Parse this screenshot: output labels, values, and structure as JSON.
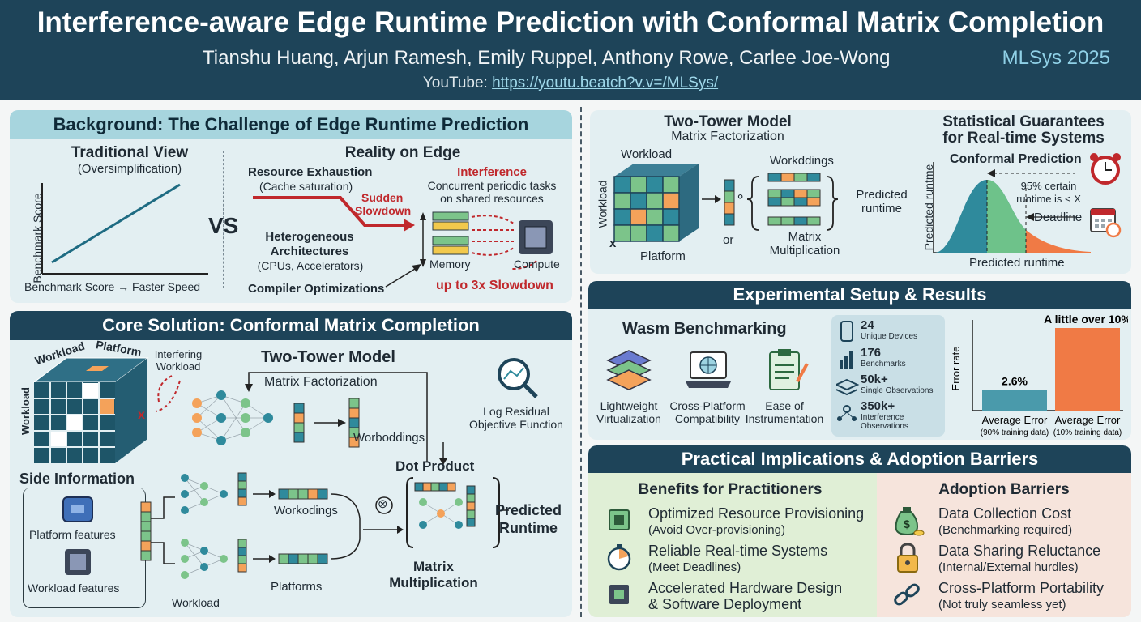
{
  "header": {
    "title": "Interference-aware Edge Runtime Prediction with Conformal Matrix Completion",
    "authors": "Tianshu Huang, Arjun Ramesh, Emily Ruppel, Anthony Rowe, Carlee Joe-Wong",
    "venue": "MLSys 2025",
    "video_prefix": "YouTube:",
    "video_link": "https://youtu.beatch?v.v=/MLSys/"
  },
  "background": {
    "title": "Background: The Challenge of Edge Runtime Prediction",
    "trad_title": "Traditional View",
    "trad_sub": "(Oversimplification)",
    "trad_ylabel": "Benchmark Score",
    "trad_caption": "Benchmark Score → Faster Speed",
    "vs": "VS",
    "reality_title": "Reality on Edge",
    "resource_title": "Resource Exhaustion",
    "resource_sub": "(Cache saturation)",
    "sudden_1": "Sudden",
    "sudden_2": "Slowdown",
    "hetero_1": "Heterogeneous",
    "hetero_2": "Architectures",
    "hetero_3": "(CPUs, Accelerators)",
    "compiler": "Compiler Optimizations",
    "interference_title": "Interference",
    "interference_1": "Concurrent periodic tasks",
    "interference_2": "on shared resources",
    "memory": "Memory",
    "compute": "Compute",
    "slowdown": "up to 3x Slowdown"
  },
  "core": {
    "title": "Core Solution: Conformal Matrix Completion",
    "cube_workload_top": "Workload",
    "cube_platform": "Platform",
    "cube_workload_side": "Workload",
    "interfering_1": "Interfering",
    "interfering_2": "Workload",
    "x_mark": "x",
    "two_tower": "Two-Tower Model",
    "matrix_fact": "Matrix Factorization",
    "log_1": "Log Residual",
    "log_2": "Objective Function",
    "worboddings": "Worboddings",
    "dot_product": "Dot Product",
    "side_info": "Side Information",
    "platform_features": "Platform features",
    "workload_features": "Workload features",
    "workodings": "Workodings",
    "platforms": "Platforms",
    "workload_label": "Workload",
    "otimes": "⊗",
    "mm_1": "Matrix",
    "mm_2": "Multiplication",
    "pred_1": "Predicted",
    "pred_2": "Runtime"
  },
  "twotower_panel": {
    "title": "Two-Tower Model",
    "subtitle": "Matrix Factorization",
    "workload": "Workload",
    "workload_side": "Workload",
    "x_mark": "x",
    "platform": "Platform",
    "circ": "∘",
    "or": "or",
    "workddings": "Workddings",
    "mm_1": "Matrix",
    "mm_2": "Multiplication",
    "pred_1": "Predicted",
    "pred_2": "runtime"
  },
  "stats": {
    "title_1": "Statistical Guarantees",
    "title_2": "for Real-time Systems",
    "conformal": "Conformal Prediction",
    "certain_1": "95% certain",
    "certain_2": "runtime is < X",
    "deadline": "Deadline",
    "ylabel": "Predicted runtme",
    "xlabel": "Predicted runtime"
  },
  "experiments": {
    "title": "Experimental Setup & Results",
    "wasm": "Wasm Benchmarking",
    "f1_1": "Lightweight",
    "f1_2": "Virtualization",
    "f2_1": "Cross-Platform",
    "f2_2": "Compatibility",
    "f3_1": "Ease of",
    "f3_2": "Instrumentation",
    "stats": [
      {
        "value": "24",
        "label": "Unique Devices",
        "label2": ""
      },
      {
        "value": "176",
        "label": "Benchmarks",
        "label2": ""
      },
      {
        "value": "50k+",
        "label": "Single Observations",
        "label2": ""
      },
      {
        "value": "350k+",
        "label": "Interference",
        "label2": "Observations"
      }
    ]
  },
  "chart_data": {
    "type": "bar",
    "categories": [
      "Average Error (90% training data)",
      "Average Error (10% training data)"
    ],
    "cat_main": [
      "Average Error",
      "Average Error"
    ],
    "cat_sub": [
      "(90% training data)",
      "(10% training data)"
    ],
    "values": [
      2.6,
      10.5
    ],
    "data_labels": [
      "2.6%",
      "A little over 10%"
    ],
    "ylabel": "Error rate",
    "colors": [
      "#4a9aab",
      "#f07a45"
    ]
  },
  "implications": {
    "title": "Practical Implications & Adoption Barriers",
    "benefits_title": "Benefits for Practitioners",
    "benefits": [
      {
        "t1": "Optimized Resource Provisioning",
        "t2": "(Avoid Over-provisioning)",
        "icon": "chip-icon"
      },
      {
        "t1": "Reliable Real-time Systems",
        "t2": "(Meet Deadlines)",
        "icon": "stopwatch-icon"
      },
      {
        "t1": "Accelerated Hardware Design",
        "t2": "& Software Deployment",
        "icon": "processor-icon"
      }
    ],
    "barriers_title": "Adoption Barriers",
    "barriers": [
      {
        "t1": "Data Collection Cost",
        "t2": "(Benchmarking required)",
        "icon": "money-bag-icon"
      },
      {
        "t1": "Data Sharing Reluctance",
        "t2": "(Internal/External hurdles)",
        "icon": "padlock-icon"
      },
      {
        "t1": "Cross-Platform Portability",
        "t2": "(Not truly seamless yet)",
        "icon": "broken-link-icon"
      }
    ]
  },
  "colors": {
    "header": "#1e4459",
    "panel_blue": "#dfeef2",
    "title_bar": "#1e4459",
    "accent_red": "#c0282c",
    "teal": "#2f8a9c",
    "orange": "#f07a45",
    "green": "#7cc48a"
  }
}
